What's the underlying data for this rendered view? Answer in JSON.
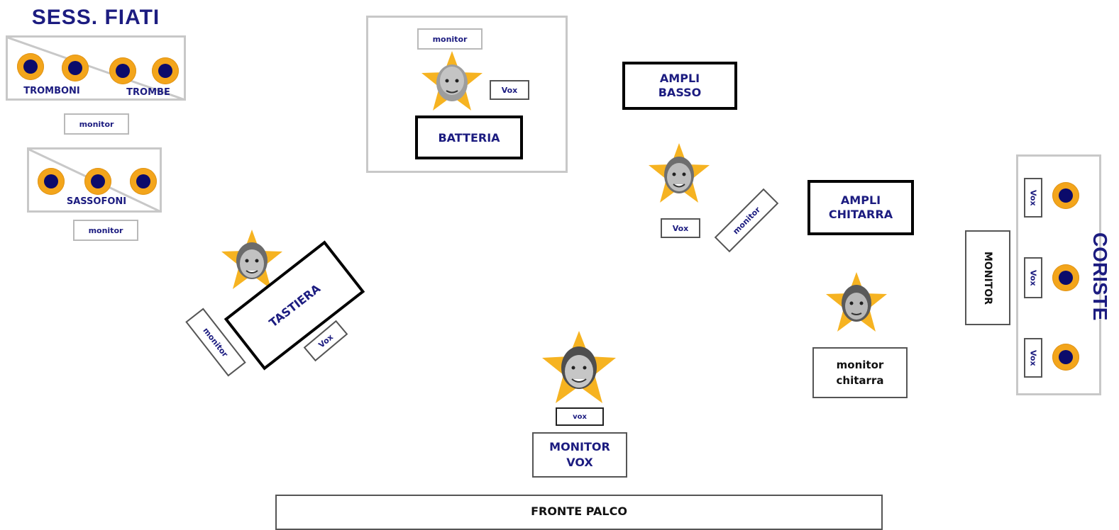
{
  "horns": {
    "title": "SESS. FIATI",
    "tromboni": "TROMBONI",
    "trombe": "TROMBE",
    "sassofoni": "SASSOFONI",
    "monitor_top": "monitor",
    "monitor_bottom": "monitor"
  },
  "drums": {
    "monitor": "monitor",
    "vox": "Vox",
    "label": "BATTERIA"
  },
  "bass_amp": {
    "line1": "AMPLI",
    "line2": "BASSO"
  },
  "bass_player": {
    "vox": "Vox",
    "monitor": "monitor"
  },
  "guitar_amp": {
    "line1": "AMPLI",
    "line2": "CHITARRA"
  },
  "keys": {
    "label": "TASTIERA",
    "monitor": "monitor",
    "vox": "Vox"
  },
  "guitar_monitor": {
    "line1": "monitor",
    "line2": "chitarra"
  },
  "lead": {
    "vox": "vox",
    "monitor_line1": "MONITOR",
    "monitor_line2": "VOX"
  },
  "backing": {
    "title": "CORISTE",
    "monitor": "MONITOR",
    "vox": [
      "Vox",
      "Vox",
      "Vox"
    ]
  },
  "stage_front": "FRONTE PALCO",
  "colors": {
    "label_blue": "#1c1c80",
    "mic_orange": "#f3a51b",
    "mic_center": "#0b0b6b",
    "star": "#f6b321"
  }
}
